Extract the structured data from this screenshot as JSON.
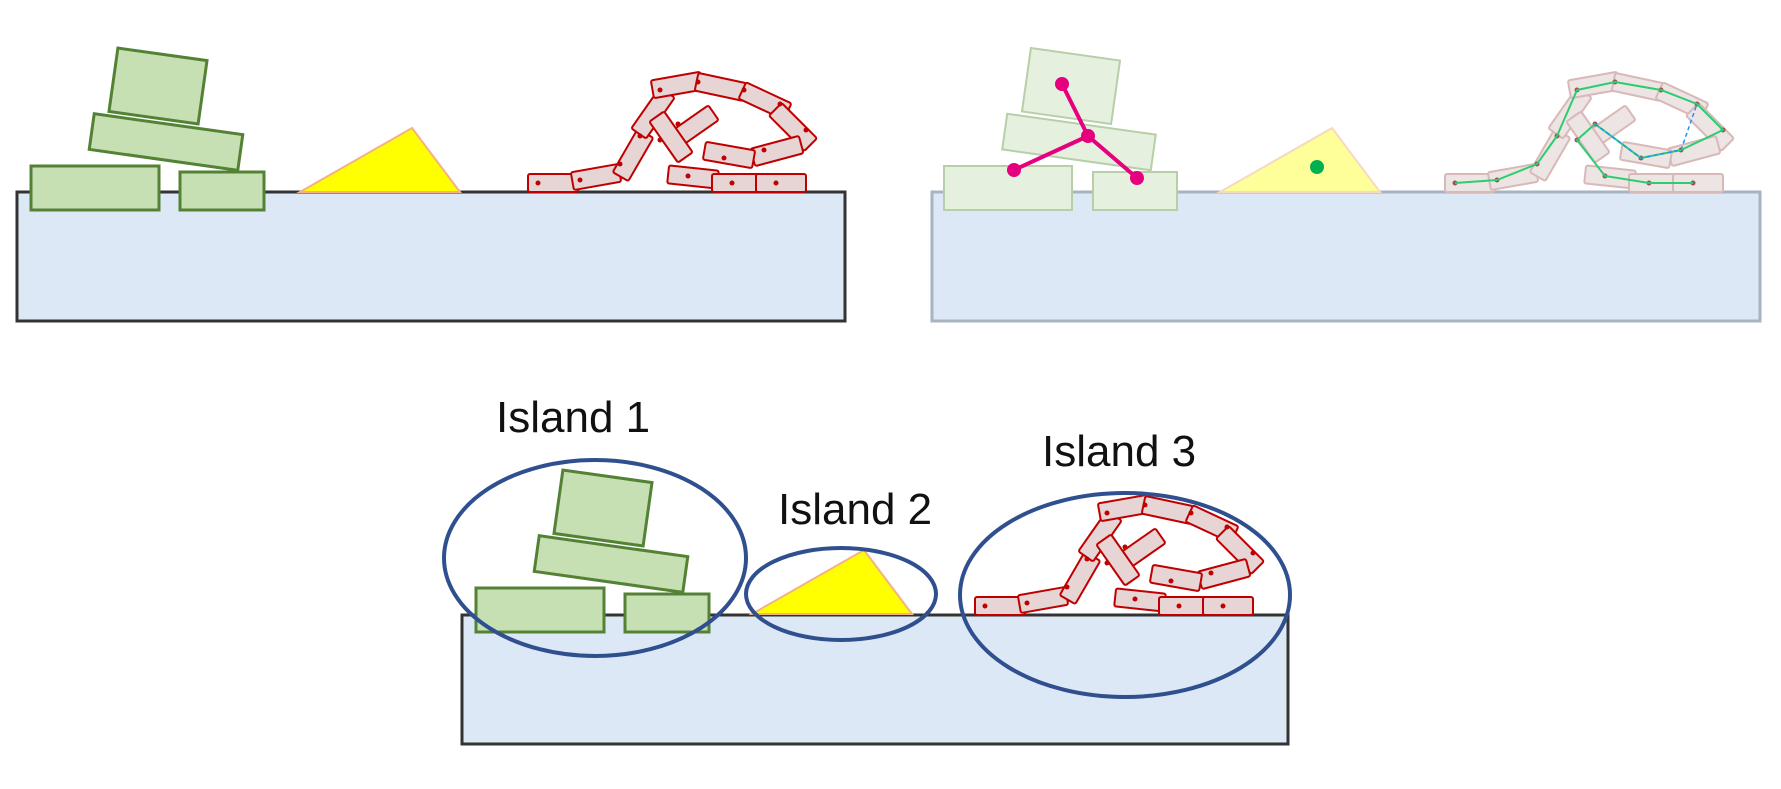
{
  "labels": {
    "island1": "Island 1",
    "island2": "Island 2",
    "island3": "Island 3"
  },
  "colors": {
    "ground_fill": "#dce8f5",
    "ground_stroke": "#333333",
    "box_fill": "#c6e0b4",
    "box_stroke": "#548235",
    "triangle_fill": "#ffff00",
    "triangle_stroke": "#f4b183",
    "chain_fill": "#e7d4d4",
    "chain_stroke": "#c00000",
    "constraint_color": "#e6007e",
    "island_ellipse": "#2f4f8f",
    "contact_graph_line": "#2ecc71",
    "contact_graph_node": "#1e90ff",
    "center_dot": "#00b050"
  },
  "icons": [
    "rigid-box-icon",
    "triangle-body-icon",
    "ragdoll-chain-icon",
    "contact-graph-icon",
    "island-ellipse-icon"
  ]
}
